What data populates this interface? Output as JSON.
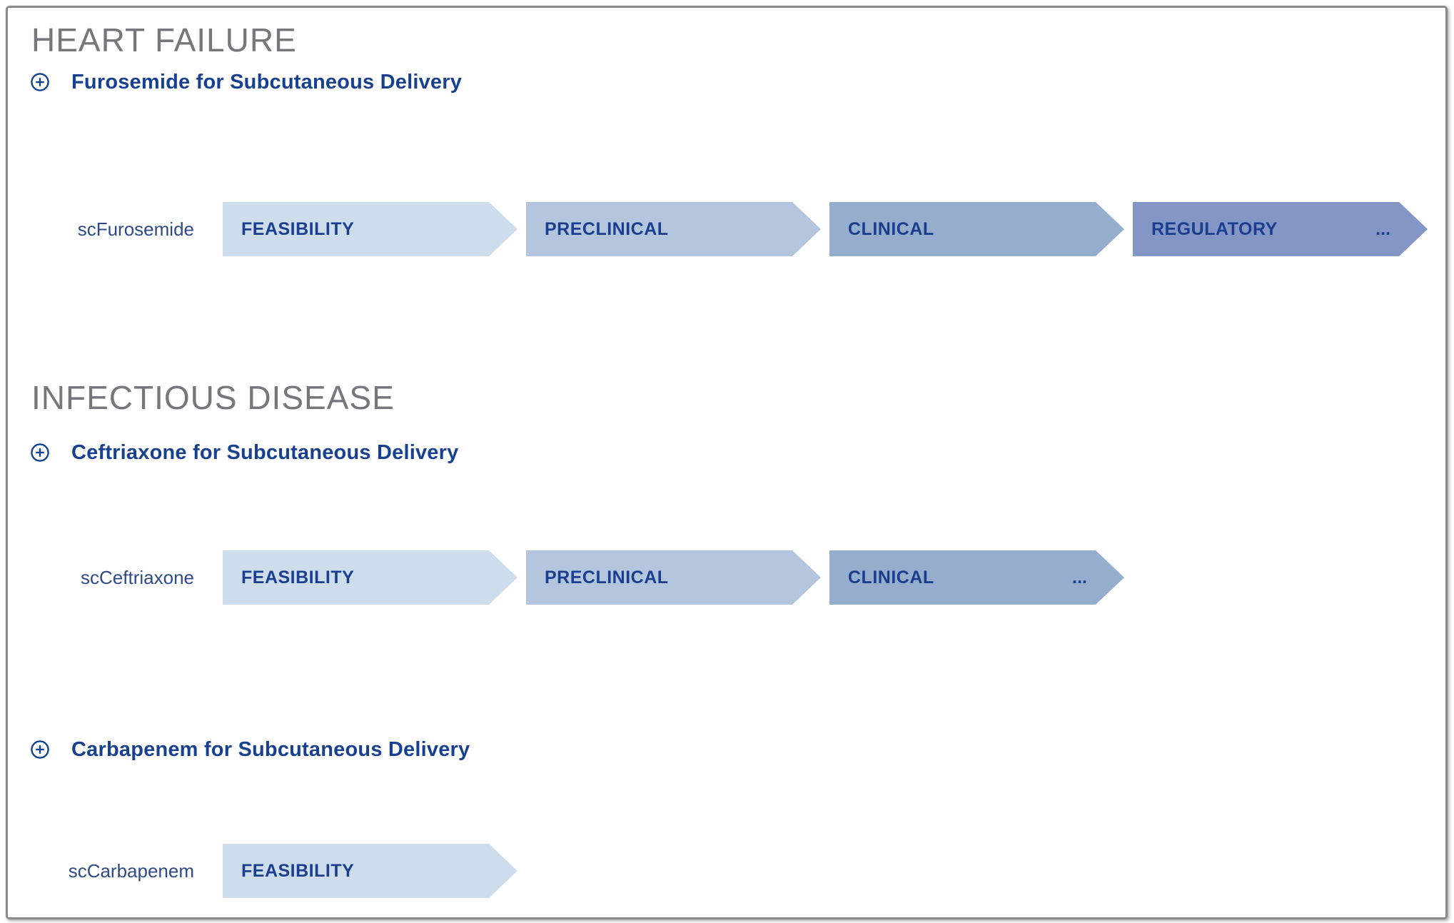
{
  "colors": {
    "frame_border": "#8a8a8a",
    "heading_text": "#76777a",
    "program_title_text": "#17418f",
    "pipeline_label_text": "#2f4b87",
    "stage_text": "#1b3e8f",
    "stage_feasibility": "#cdddec",
    "stage_preclinical": "#b3c6de",
    "stage_clinical": "#96aecd",
    "stage_regulatory": "#8396c5"
  },
  "sections": [
    {
      "heading": "HEART FAILURE",
      "programs": [
        {
          "title": "Furosemide for Subcutaneous Delivery",
          "expand_icon": "plus-circle-icon",
          "pipelines": [
            {
              "label": "scFurosemide",
              "stages": [
                {
                  "name": "FEASIBILITY",
                  "color": "#cdddec"
                },
                {
                  "name": "PRECLINICAL",
                  "color": "#b3c6de"
                },
                {
                  "name": "CLINICAL",
                  "color": "#96aecd"
                },
                {
                  "name": "REGULATORY",
                  "color": "#8396c5",
                  "more": "..."
                }
              ]
            }
          ]
        }
      ]
    },
    {
      "heading": "INFECTIOUS DISEASE",
      "programs": [
        {
          "title": "Ceftriaxone for Subcutaneous Delivery",
          "expand_icon": "plus-circle-icon",
          "pipelines": [
            {
              "label": "scCeftriaxone",
              "stages": [
                {
                  "name": "FEASIBILITY",
                  "color": "#cdddec"
                },
                {
                  "name": "PRECLINICAL",
                  "color": "#b3c6de"
                },
                {
                  "name": "CLINICAL",
                  "color": "#96aecd",
                  "more": "..."
                }
              ]
            }
          ]
        },
        {
          "title": "Carbapenem for Subcutaneous Delivery",
          "expand_icon": "plus-circle-icon",
          "pipelines": [
            {
              "label": "scCarbapenem",
              "stages": [
                {
                  "name": "FEASIBILITY",
                  "color": "#cdddec"
                }
              ]
            }
          ]
        }
      ]
    }
  ]
}
